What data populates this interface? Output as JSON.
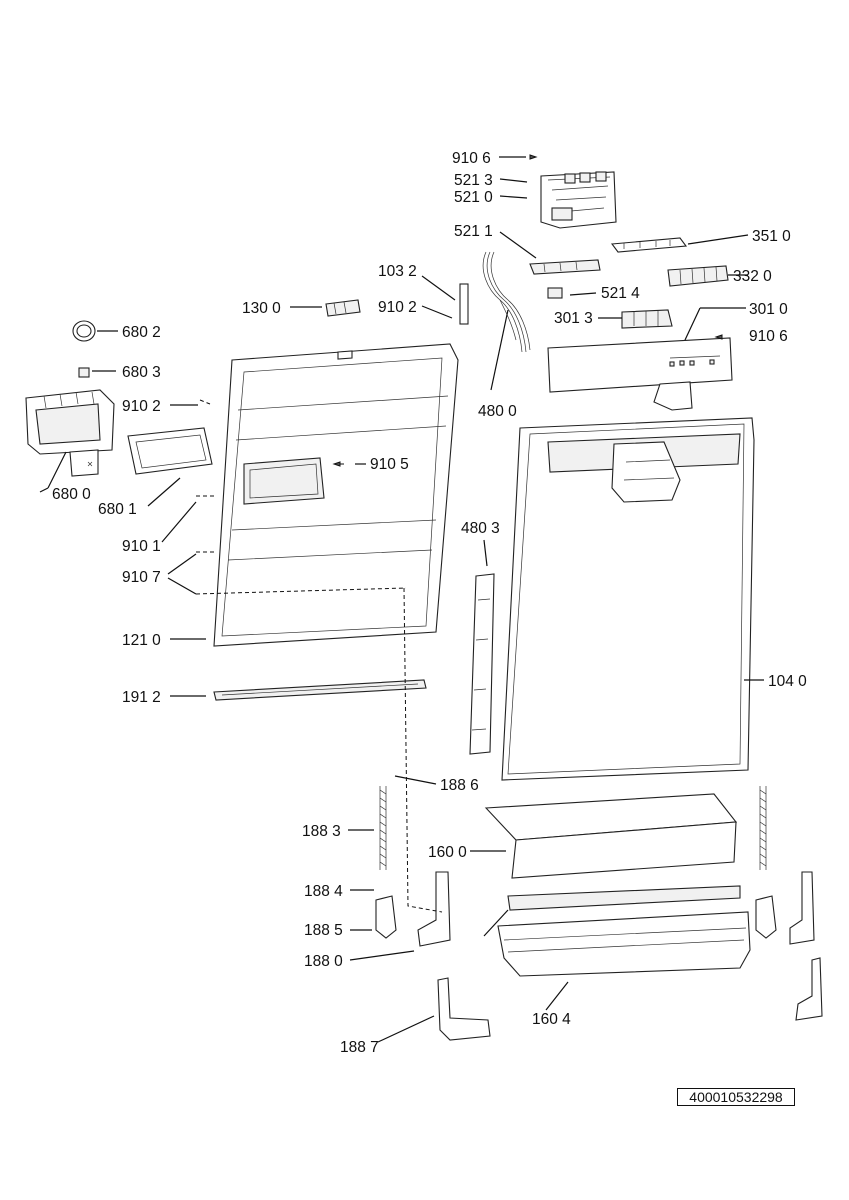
{
  "document_id": "400010532298",
  "callouts": {
    "c9106a": "910 6",
    "c5213": "521 3",
    "c5210": "521 0",
    "c5211": "521 1",
    "c3510": "351 0",
    "c1032": "103 2",
    "c3320": "332 0",
    "c1300": "130 0",
    "c9102a": "910 2",
    "c5214": "521 4",
    "c3010": "301 0",
    "c3013": "301 3",
    "c6802": "680 2",
    "c9106b": "910 6",
    "c6803": "680 3",
    "c9102b": "910 2",
    "c4800": "480 0",
    "c9105": "910 5",
    "c6800": "680 0",
    "c6801": "680 1",
    "c9101": "910 1",
    "c4803": "480 3",
    "c9107": "910 7",
    "c1210": "121 0",
    "c1040": "104 0",
    "c1912": "191 2",
    "c1886": "188 6",
    "c1883": "188 3",
    "c1600": "160 0",
    "c1884": "188 4",
    "c1885": "188 5",
    "c1880": "188 0",
    "c1604": "160 4",
    "c1887": "188 7"
  }
}
